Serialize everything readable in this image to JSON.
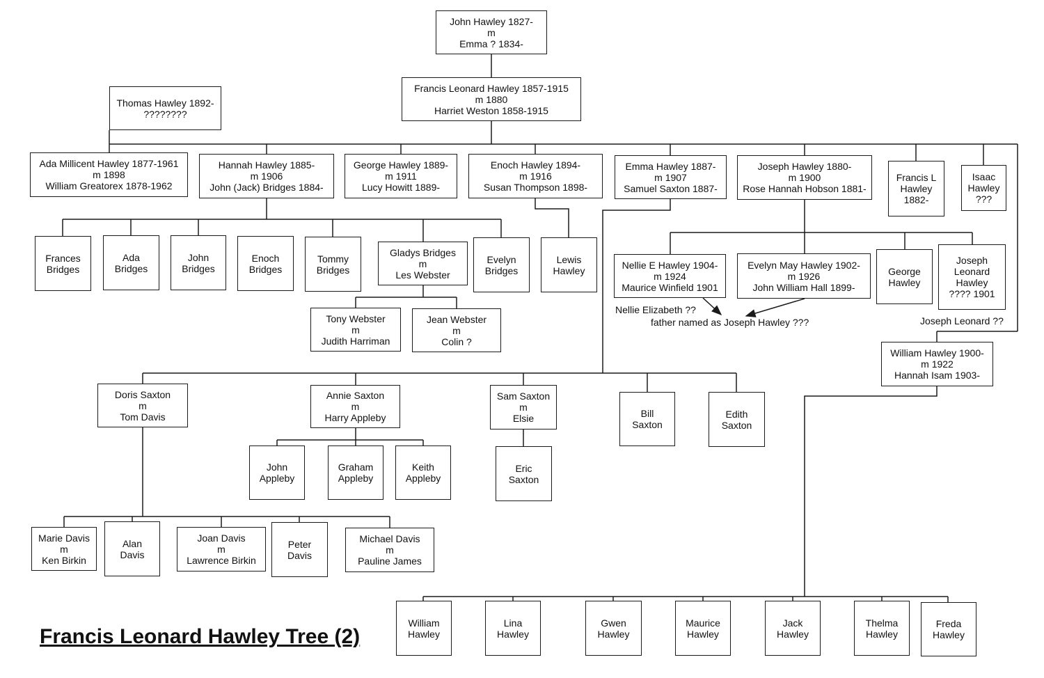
{
  "title": "Francis Leonard Hawley Tree (2)",
  "nodes": {
    "john_emma": "John Hawley 1827-\nm\nEmma ? 1834-",
    "francis_harriet": "Francis Leonard Hawley 1857-1915\nm 1880\nHarriet Weston 1858-1915",
    "thomas": "Thomas Hawley 1892-\n????????",
    "ada_millicent": "Ada Millicent Hawley 1877-1961\nm 1898\nWilliam Greatorex 1878-1962",
    "hannah": "Hannah Hawley 1885-\nm 1906\nJohn (Jack) Bridges 1884-",
    "george_hawley_1889": "George Hawley 1889-\nm 1911\nLucy Howitt 1889-",
    "enoch_hawley": "Enoch Hawley 1894-\nm 1916\nSusan Thompson 1898-",
    "emma_hawley": "Emma Hawley 1887-\nm 1907\nSamuel Saxton 1887-",
    "joseph_hawley": "Joseph Hawley 1880-\nm 1900\nRose Hannah Hobson 1881-",
    "francis_l": "Francis L\nHawley\n1882-",
    "isaac": "Isaac\nHawley\n???",
    "frances_bridges": "Frances\nBridges",
    "ada_bridges": "Ada\nBridges",
    "john_bridges": "John\nBridges",
    "enoch_bridges": "Enoch\nBridges",
    "tommy_bridges": "Tommy\nBridges",
    "gladys_bridges": "Gladys Bridges\nm\nLes Webster",
    "evelyn_bridges": "Evelyn\nBridges",
    "lewis_hawley": "Lewis\nHawley",
    "nellie": "Nellie E Hawley 1904-\nm 1924\nMaurice Winfield 1901",
    "evelyn_may": "Evelyn May Hawley 1902-\nm 1926\nJohn William Hall 1899-",
    "george_hawley_2": "George\nHawley",
    "joseph_leonard": "Joseph\nLeonard\nHawley\n???? 1901",
    "tony_webster": "Tony Webster\nm\nJudith Harriman",
    "jean_webster": "Jean Webster\nm\nColin ?",
    "william_hawley_1900": "William Hawley 1900-\nm 1922\nHannah Isam 1903-",
    "doris_saxton": "Doris Saxton\nm\nTom Davis",
    "annie_saxton": "Annie Saxton\nm\nHarry Appleby",
    "sam_saxton": "Sam Saxton\nm\nElsie",
    "bill_saxton": "Bill\nSaxton",
    "edith_saxton": "Edith\nSaxton",
    "john_appleby": "John\nAppleby",
    "graham_appleby": "Graham\nAppleby",
    "keith_appleby": "Keith\nAppleby",
    "eric_saxton": "Eric\nSaxton",
    "marie_davis": "Marie Davis\nm\nKen Birkin",
    "alan_davis": "Alan\nDavis",
    "joan_davis": "Joan Davis\nm\nLawrence Birkin",
    "peter_davis": "Peter\nDavis",
    "michael_davis": "Michael Davis\nm\nPauline James",
    "william_hawley_child": "William\nHawley",
    "lina_hawley": "Lina\nHawley",
    "gwen_hawley": "Gwen\nHawley",
    "maurice_hawley": "Maurice\nHawley",
    "jack_hawley": "Jack\nHawley",
    "thelma_hawley": "Thelma\nHawley",
    "freda_hawley": "Freda\nHawley"
  },
  "notes": {
    "nellie_elizabeth": "Nellie Elizabeth ??",
    "father_named": "father named as Joseph Hawley ???",
    "joseph_leonard_q": "Joseph Leonard ??"
  }
}
